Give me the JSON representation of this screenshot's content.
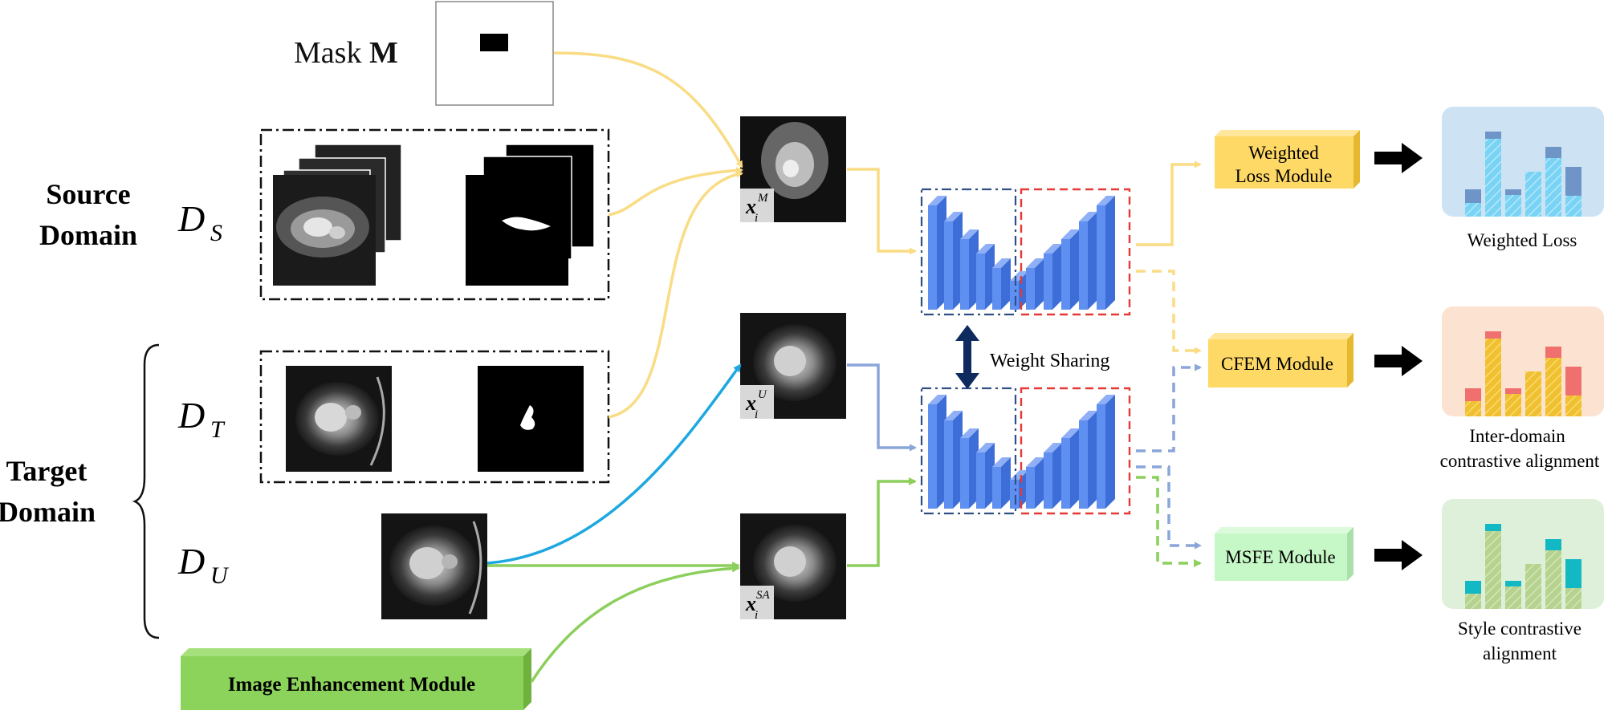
{
  "mask_label": "Mask ",
  "mask_symbol": "M",
  "source_domain": [
    "Source",
    "Domain"
  ],
  "target_domain": [
    "Target",
    "Domain"
  ],
  "datasets": {
    "source": {
      "main": "D",
      "sub": "S"
    },
    "target": {
      "main": "D",
      "sub": "T"
    },
    "unlabeled": {
      "main": "D",
      "sub": "U"
    }
  },
  "image_enhancement": "Image Enhancement Module",
  "inputs": {
    "mixed": {
      "x": "x",
      "i": "i",
      "sup": "M"
    },
    "unlabeled": {
      "x": "x",
      "i": "i",
      "sup": "U"
    },
    "augmented": {
      "x": "x",
      "i": "i",
      "sup": "SA"
    }
  },
  "weight_sharing": "Weight Sharing",
  "modules": {
    "weighted": [
      "Weighted",
      "Loss Module"
    ],
    "cfem": "CFEM Module",
    "msfe": "MSFE Module"
  },
  "outputs": {
    "weighted_loss": [
      "Weighted Loss"
    ],
    "inter_domain": [
      "Inter-domain",
      "contrastive alignment"
    ],
    "style": [
      "Style contrastive",
      "alignment"
    ]
  },
  "colors": {
    "yellow_arrow": "#f9dc84",
    "blue_arrow": "#1ea8e0",
    "green_arrow": "#8ccf5c",
    "light_blue_arrow": "#8aa6d8",
    "module_yellow": "#ffd966",
    "module_green": "#c6f7c6",
    "enhancement_green": "#8cd35b",
    "network_blue": "#5f8ff0",
    "encoder_box": "#2f4f86",
    "decoder_box": "#e53935",
    "weight_sharing_arrow": "#0f2a5e",
    "panel_blue": "#cde3f4",
    "panel_orange": "#fce2d0",
    "panel_green": "#dff0da"
  }
}
